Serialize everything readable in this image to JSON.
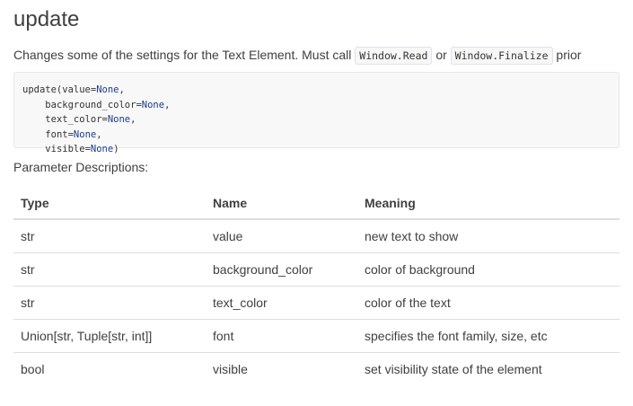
{
  "section": {
    "title": "update",
    "description_prefix": "Changes some of the settings for the Text Element. Must call",
    "inline_code_1": "Window.Read",
    "description_middle": "or",
    "inline_code_2": "Window.Finalize",
    "description_suffix": "prior"
  },
  "code": {
    "lines": [
      {
        "pre": "update(",
        "param": "value",
        "eq": "=",
        "val": "None",
        "post": ","
      },
      {
        "pre": "    ",
        "param": "background_color",
        "eq": "=",
        "val": "None",
        "post": ","
      },
      {
        "pre": "    ",
        "param": "text_color",
        "eq": "=",
        "val": "None",
        "post": ","
      },
      {
        "pre": "    ",
        "param": "font",
        "eq": "=",
        "val": "None",
        "post": ","
      },
      {
        "pre": "    ",
        "param": "visible",
        "eq": "=",
        "val": "None",
        "post": ")"
      }
    ]
  },
  "params": {
    "heading": "Parameter Descriptions:",
    "headers": {
      "type": "Type",
      "name": "Name",
      "meaning": "Meaning"
    },
    "rows": [
      {
        "type": "str",
        "name": "value",
        "meaning": "new text to show"
      },
      {
        "type": "str",
        "name": "background_color",
        "meaning": "color of background"
      },
      {
        "type": "str",
        "name": "text_color",
        "meaning": "color of the text"
      },
      {
        "type": "Union[str, Tuple[str, int]]",
        "name": "font",
        "meaning": "specifies the font family, size, etc"
      },
      {
        "type": "bool",
        "name": "visible",
        "meaning": "set visibility state of the element"
      }
    ]
  }
}
